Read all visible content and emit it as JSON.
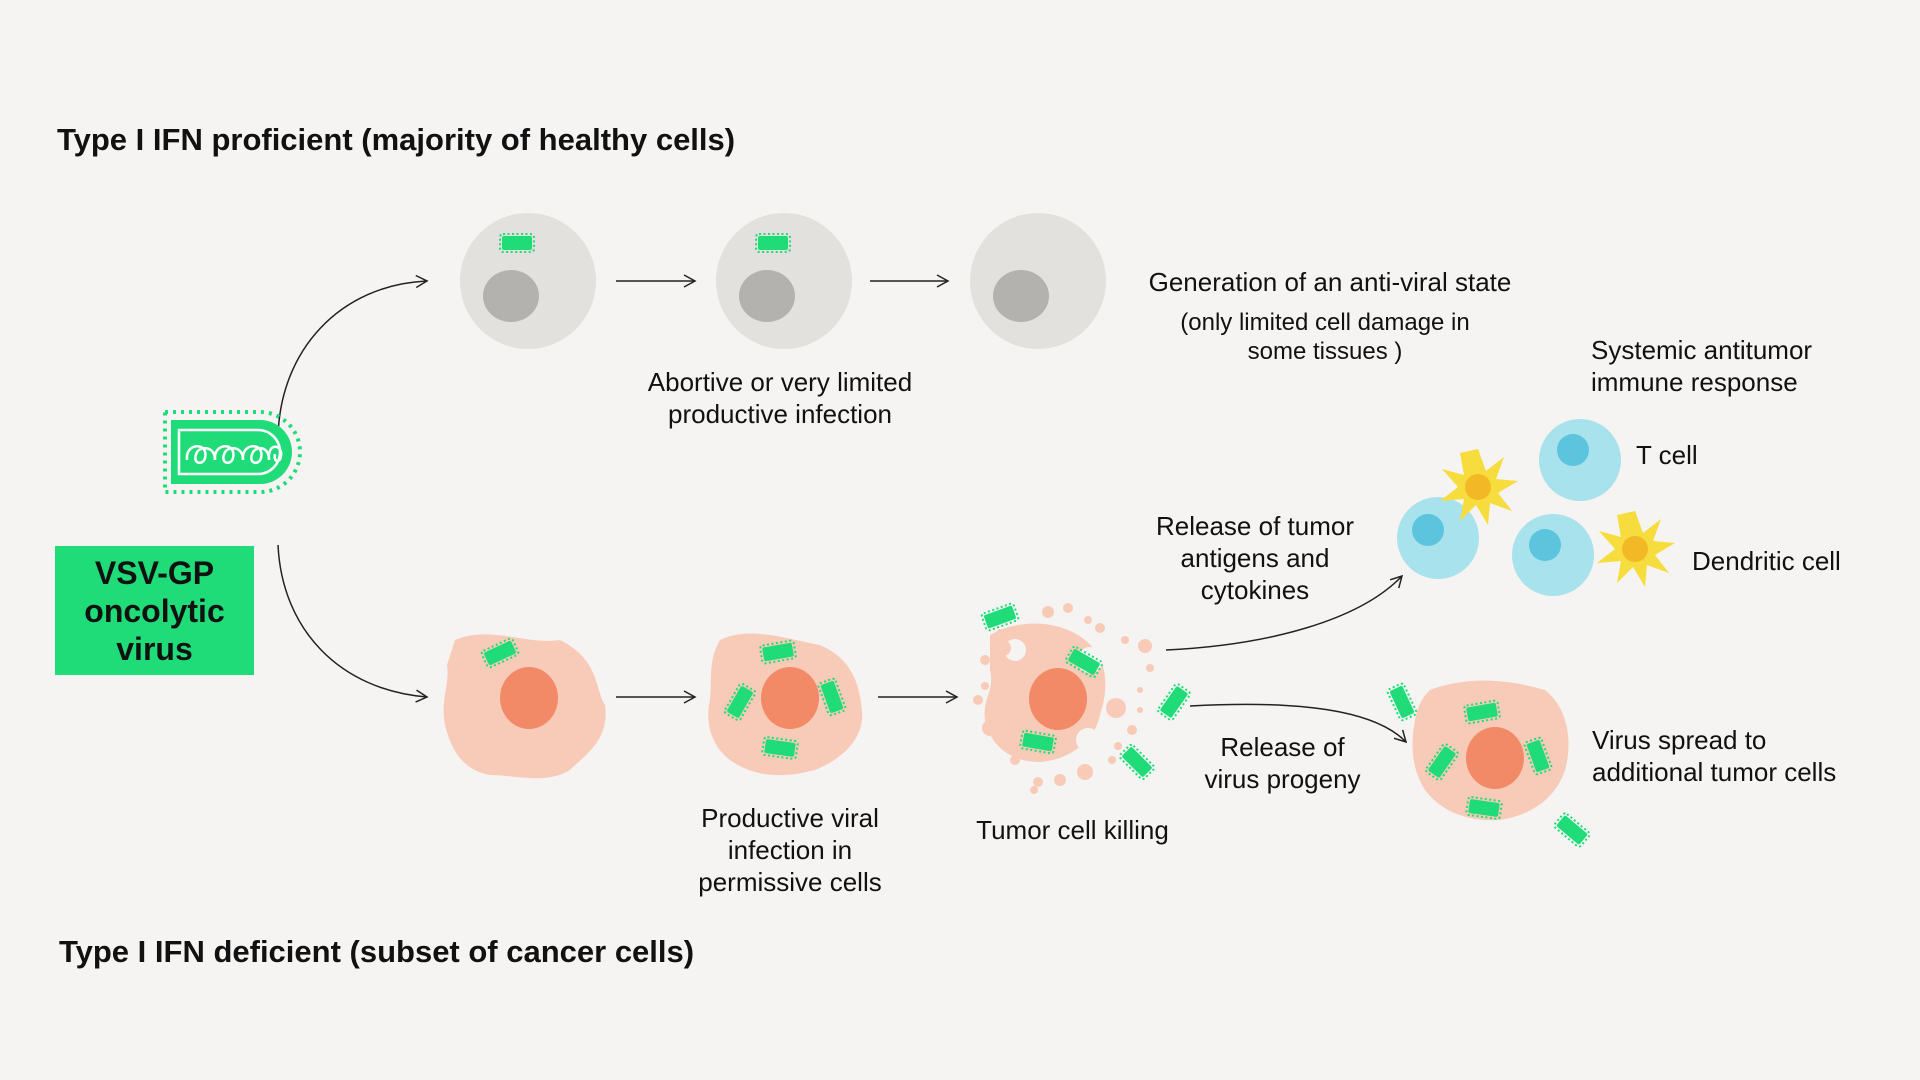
{
  "headings": {
    "proficient": "Type I IFN proficient (majority of healthy cells)",
    "deficient": "Type I IFN deficient (subset of cancer cells)"
  },
  "virus": {
    "line1": "VSV-GP",
    "line2": "oncolytic",
    "line3": "virus"
  },
  "healthy_path": {
    "abortive_line1": "Abortive or very limited",
    "abortive_line2": "productive infection",
    "antiviral_line1": "Generation of an  anti-viral state",
    "antiviral_line2": "(only limited cell damage in",
    "antiviral_line3": "some tissues )"
  },
  "cancer_path": {
    "productive_line1": "Productive viral",
    "productive_line2": "infection in",
    "productive_line3": "permissive cells",
    "killing": "Tumor cell killing",
    "release_antigens_line1": "Release of tumor",
    "release_antigens_line2": "antigens and",
    "release_antigens_line3": "cytokines",
    "release_progeny_line1": "Release of",
    "release_progeny_line2": "virus progeny",
    "spread_line1": "Virus spread to",
    "spread_line2": "additional tumor cells"
  },
  "immune": {
    "systemic_line1": "Systemic antitumor",
    "systemic_line2": "immune response",
    "t_cell": "T cell",
    "dendritic_cell": "Dendritic cell"
  },
  "colors": {
    "background": "#f5f4f2",
    "virus_green": "#1fdc78",
    "healthy_cell": "#e2e1de",
    "healthy_nucleus": "#b3b2ae",
    "tumor_cell": "#f7cbb7",
    "tumor_nucleus": "#f28a68",
    "t_cell": "#a8e2ec",
    "t_cell_nucleus": "#5cc4dc",
    "dendritic": "#f6dc3c"
  }
}
